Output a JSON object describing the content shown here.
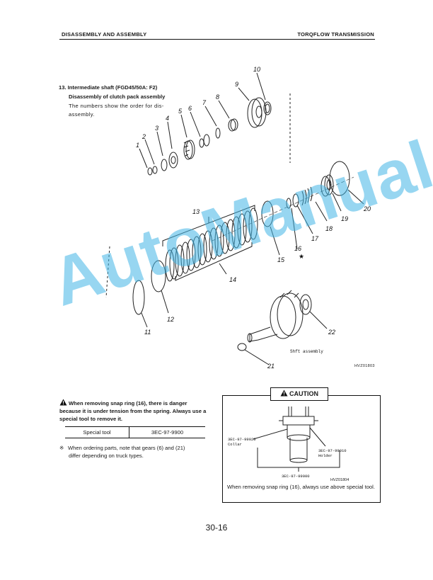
{
  "header": {
    "left": "DISASSEMBLY AND ASSEMBLY",
    "right": "TORQFLOW TRANSMISSION"
  },
  "section": {
    "title": "13. Intermediate shaft (FGD45/50A: F2)",
    "subtitle": "Disassembly of clutch pack assembly",
    "body_line1": "The numbers show the order for dis-",
    "body_line2": "assembly."
  },
  "diagram": {
    "part_numbers": [
      "1",
      "2",
      "3",
      "4",
      "5",
      "6",
      "7",
      "8",
      "9",
      "10",
      "11",
      "12",
      "13",
      "14",
      "15",
      "16",
      "17",
      "18",
      "19",
      "20",
      "21",
      "22"
    ],
    "star": "★",
    "shaft_label": "Shft assembly",
    "figure_id": "HVZ01803"
  },
  "warning": {
    "text": "When removing snap ring (16), there is danger because it is under tension from the spring. Always use a special tool to remove it."
  },
  "tool_table": {
    "label": "Special tool",
    "value": "3EC-97-9900"
  },
  "note": {
    "marker": "※",
    "line1": "When ordering parts, note that gears (6) and (21)",
    "line2": "differ depending on truck types."
  },
  "caution": {
    "label": "CAUTION",
    "collar_code": "3EC-97-99020",
    "collar_label": "Collar",
    "holder_code": "3EC-97-99010",
    "holder_label": "Holder",
    "base_code": "3EC-97-99000",
    "figure_id": "HVZ01804",
    "text": "When removing snap ring (16), always use above special tool."
  },
  "page_number": "30-16",
  "watermark": "AutoManual"
}
